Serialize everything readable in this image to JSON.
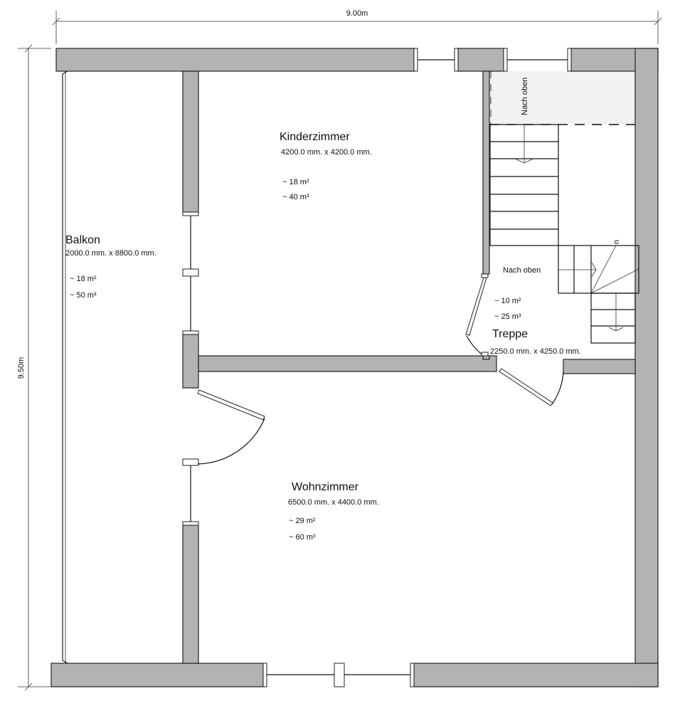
{
  "dimensions": {
    "width": "9.00m",
    "height": "9.50m"
  },
  "rooms": [
    {
      "name": "Kinderzimmer",
      "size": "4200.0 mm. x 4200.0 mm.",
      "area": "~ 18 m²",
      "volume": "~ 40 m³"
    },
    {
      "name": "Balkon",
      "size": "2000.0 mm. x 8800.0 mm.",
      "area": "~ 18 m²",
      "volume": "~ 50 m³"
    },
    {
      "name": "Treppe",
      "size": "2250.0 mm. x 4250.0 mm.",
      "area": "~ 10 m²",
      "volume": "~ 25 m³"
    },
    {
      "name": "Wohnzimmer",
      "size": "6500.0 mm. x 4400.0 mm.",
      "area": "~ 29 m²",
      "volume": "~ 60 m³"
    }
  ],
  "stairs": {
    "label_upper": "Nach oben",
    "label_lower": "Nach oben",
    "label_cut": "n"
  }
}
